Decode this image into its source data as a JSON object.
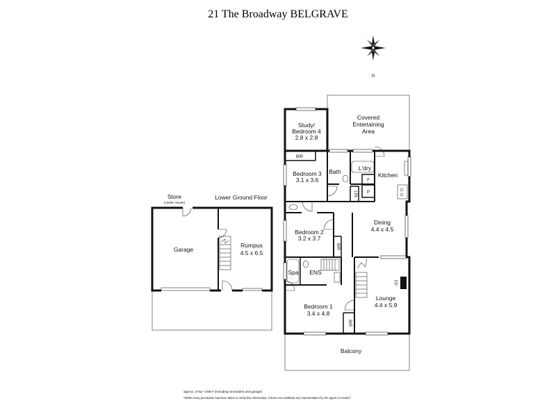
{
  "title": "21 The Broadway BELGRAVE",
  "compass": {
    "north_label": "N"
  },
  "labels": {
    "store": "Store",
    "store_sub": "(Under House)",
    "lower_ground": "Lower Ground Floor",
    "garage": "Garage",
    "rumpus": "Rumpus",
    "rumpus_dim": "4.5 x 6.5",
    "covered_1": "Covered",
    "covered_2": "Entertaining",
    "covered_3": "Area",
    "study_1": "Study/",
    "study_2": "Bedroom 4",
    "study_dim": "2.8 x 2.8",
    "bir": "BIR",
    "bedroom3": "Bedroom 3",
    "bedroom3_dim": "3.1 x 3.6",
    "bath": "Bath",
    "ldry": "L'dry",
    "kitchen": "Kitchen",
    "f": "F",
    "p": "P",
    "lin": "LIN",
    "dining": "Dining",
    "dining_dim": "4.4 x 4.5",
    "bedroom2": "Bedroom 2",
    "bedroom2_dim": "3.2 x 3.7",
    "spa": "Spa",
    "ens": "ENS",
    "fp": "FP",
    "lounge": "Lounge",
    "lounge_dim": "4.4 x 5.9",
    "bedroom1": "Bedroom 1",
    "bedroom1_dim": "3.4 x 4.8",
    "balcony": "Balcony"
  },
  "footer": {
    "area": "approx. 27sq~ 249m² (including verandahs and garage)",
    "disclaimer": "*While every precaution has been taken to verify this information, it does not constitute any representation by the agent or vendor*."
  }
}
